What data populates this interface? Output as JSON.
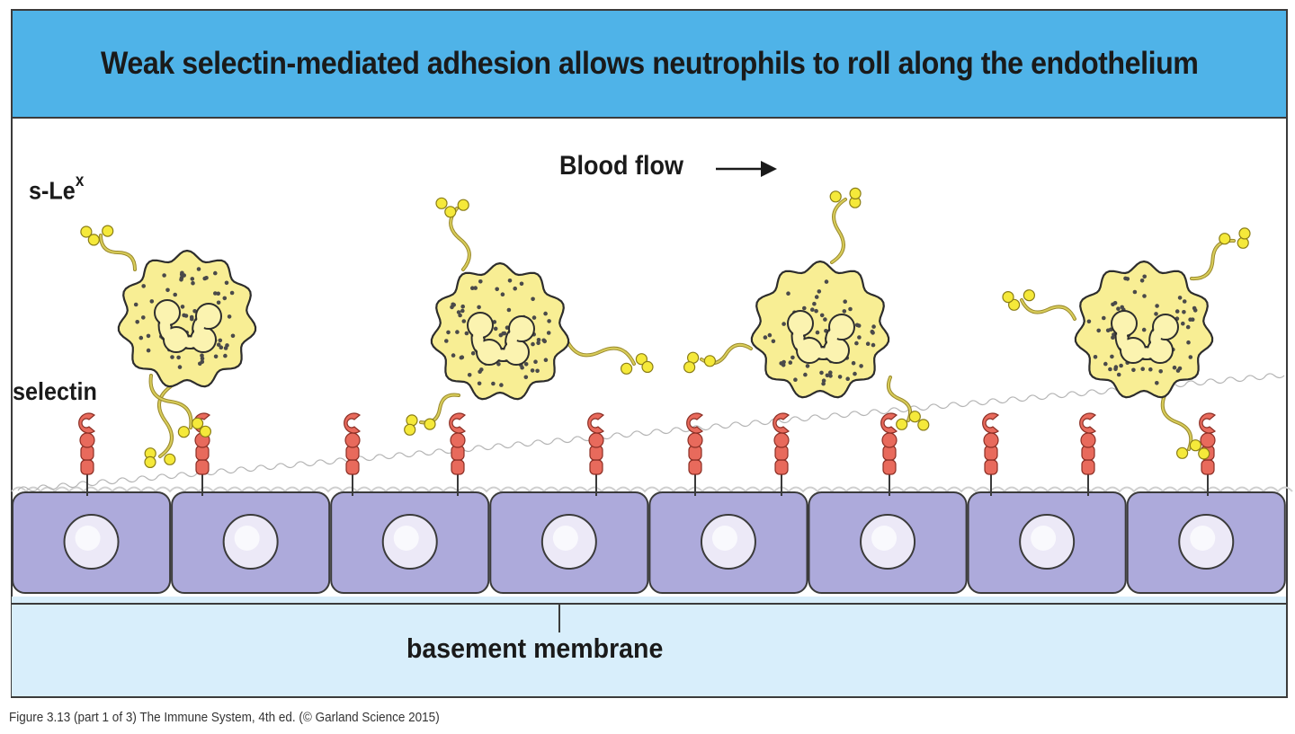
{
  "title": "Weak selectin-mediated adhesion allows neutrophils to roll along the endothelium",
  "labels": {
    "blood_flow": "Blood flow",
    "slex_base": "s-Le",
    "slex_sup": "x",
    "selectin": "selectin",
    "basement_membrane": "basement membrane"
  },
  "caption": "Figure 3.13 (part 1 of 3)  The Immune System, 4th ed. (© Garland Science 2015)",
  "icons": {
    "flow_arrow": "right-arrow-icon",
    "neutrophil": "neutrophil-cell-icon",
    "selectin": "selectin-molecule-icon",
    "slex": "sialyl-lewis-x-ligand-icon",
    "endothelial_cell": "endothelial-cell-icon"
  },
  "colors": {
    "title_band": "#4fb3e8",
    "neutrophil": "#f8ee94",
    "selectin": "#e86a5c",
    "slex_bead": "#f5e93a",
    "endothelium": "#adaadb",
    "nucleus": "#ece9f7",
    "basement": "#d8eefb",
    "glycocalyx": "#cfcfcf"
  }
}
